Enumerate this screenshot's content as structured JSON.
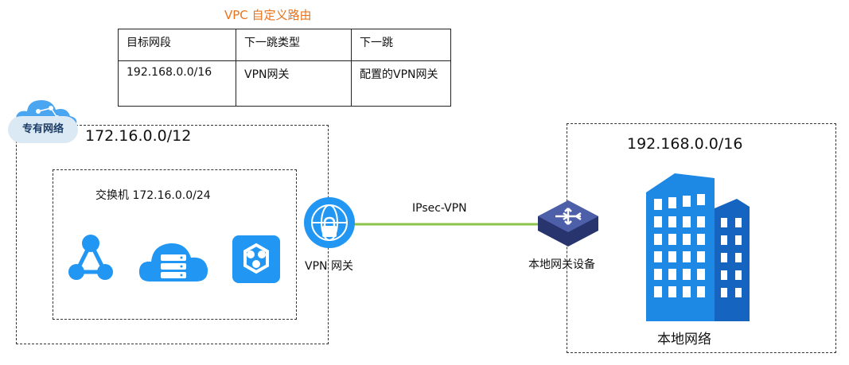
{
  "title": "VPC 自定义路由",
  "route_table": {
    "headers": [
      "目标网段",
      "下一跳类型",
      "下一跳"
    ],
    "rows": [
      [
        "192.168.0.0/16",
        "VPN网关",
        "配置的VPN网关"
      ]
    ]
  },
  "vpc": {
    "tag": "专有网络",
    "cidr": "172.16.0.0/12"
  },
  "switch": {
    "label": "交换机 172.16.0.0/24"
  },
  "vpn_gateway": {
    "label": "VPN 网关"
  },
  "link": {
    "label": "IPsec-VPN",
    "color": "#8cc34a"
  },
  "local": {
    "cidr": "192.168.0.0/16",
    "device_label": "本地网关设备",
    "network_label": "本地网络"
  },
  "icons": [
    "cloud-network-icon",
    "network-topology-icon",
    "cloud-database-icon",
    "app-hexagon-icon",
    "vpn-gateway-icon",
    "router-icon",
    "building-icon"
  ],
  "colors": {
    "accent": "#2196f3",
    "title": "#e8741e",
    "router": "#3b4a8c"
  }
}
